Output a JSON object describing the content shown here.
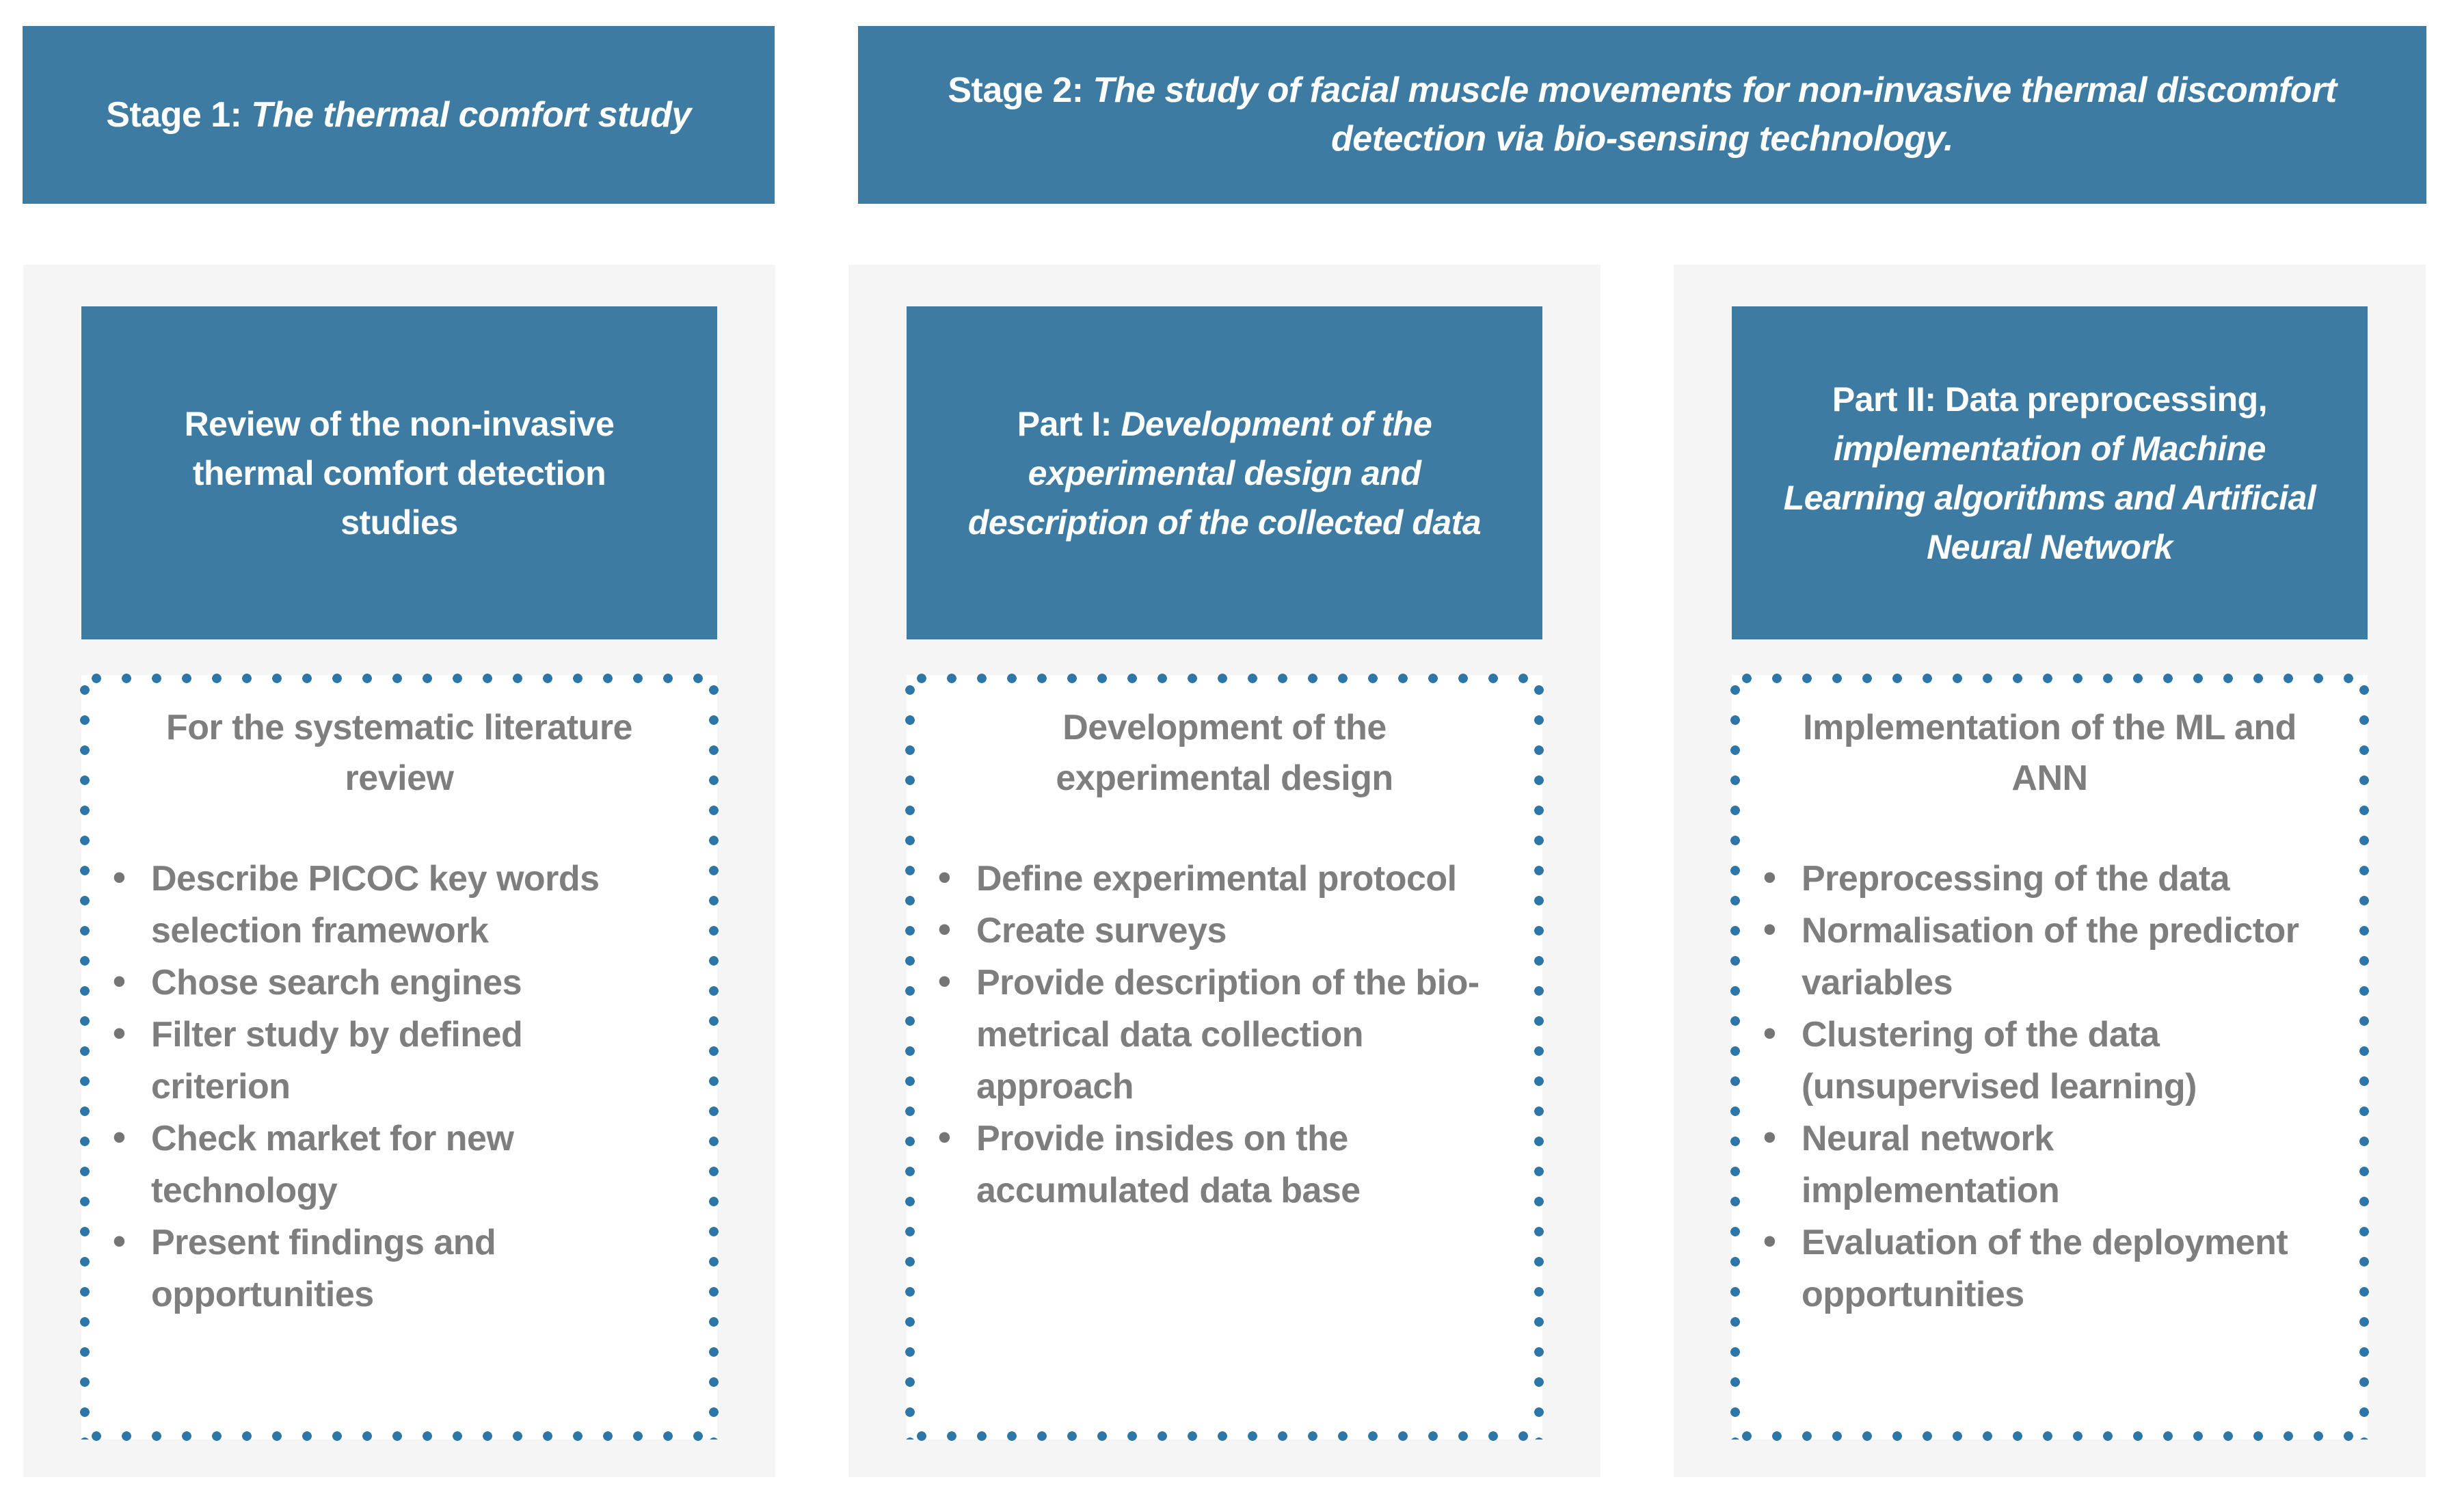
{
  "colors": {
    "accent_blue": "#3e7ba3",
    "dot_border_blue": "#2d76a8",
    "gray_text": "#7e7e7e",
    "panel_background": "#f5f5f5",
    "page_background": "#ffffff",
    "header_text": "#ffffff"
  },
  "headers": [
    {
      "prefix": "Stage 1: ",
      "title_italic": "The thermal comfort study"
    },
    {
      "prefix": "Stage 2: ",
      "title_italic": "The study of facial muscle movements for non-invasive thermal discomfort\ndetection via bio-sensing technology."
    }
  ],
  "columns": [
    {
      "box_title_plain": "Review of the non-invasive\nthermal comfort detection\nstudies",
      "box_title_italic": "",
      "dotted_title": "For the systematic literature\nreview",
      "bullets": [
        "Describe PICOC key words\nselection framework",
        "Chose search engines",
        "Filter study by defined\ncriterion",
        "Check market for new\ntechnology",
        "Present findings and\nopportunities"
      ]
    },
    {
      "box_title_plain": "Part I: ",
      "box_title_italic": "Development of the\nexperimental design and\ndescription of the collected data",
      "dotted_title": "Development of the\nexperimental design",
      "bullets": [
        "Define experimental protocol",
        "Create surveys",
        "Provide description of the bio-\nmetrical data collection\napproach",
        "Provide insides on the\naccumulated data base"
      ]
    },
    {
      "box_title_plain": "Part II: Data preprocessing,\n",
      "box_title_italic": "implementation of Machine\nLearning algorithms and Artificial\nNeural Network",
      "dotted_title": "Implementation of the ML and\nANN",
      "bullets": [
        "Preprocessing of the data",
        "Normalisation of the predictor\nvariables",
        "Clustering of the data\n(unsupervised learning)",
        "Neural network\nimplementation",
        "Evaluation of the deployment\nopportunities"
      ]
    }
  ]
}
